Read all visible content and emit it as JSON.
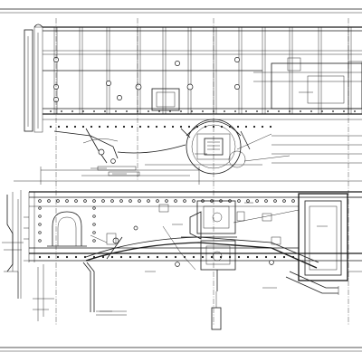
{
  "drawing": {
    "kind": "mechanical-engineering-drawing",
    "style": {
      "line_color": "#1a1a1a",
      "paper_color": "#ffffff"
    },
    "views": [
      {
        "id": "upper-side-elevation"
      },
      {
        "id": "lower-plan-view"
      }
    ],
    "notes": []
  }
}
